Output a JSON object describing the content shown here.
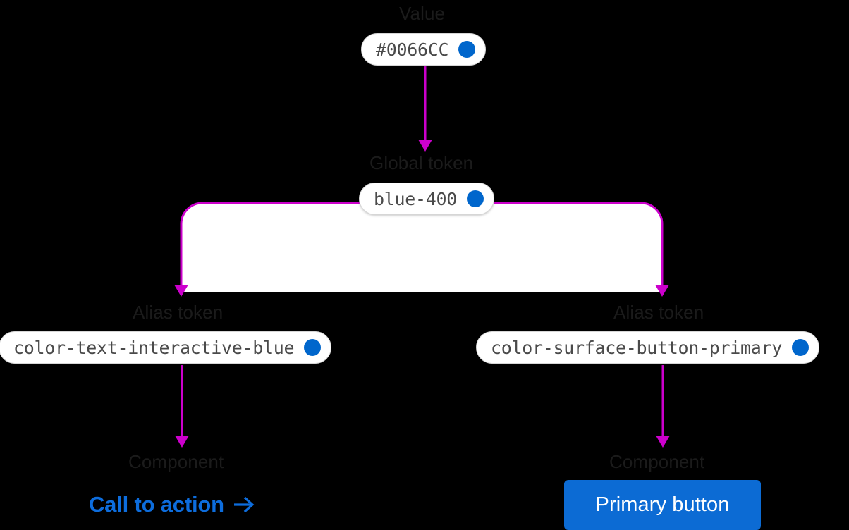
{
  "diagram": {
    "title": "Design token inheritance flow",
    "colors": {
      "connector": "#cc00cc",
      "fill": "#ffffff",
      "swatch": "#0066cc",
      "label_text": "#1b1b1b",
      "pill_text": "#4a4a4a",
      "link_blue": "#0d6ddd",
      "button_blue": "#0c6bd4",
      "background": "#000000"
    }
  },
  "nodes": {
    "value": {
      "label": "Value",
      "token": "#0066CC",
      "swatch_color": "#0066cc",
      "swatch_name": "color-swatch-dot"
    },
    "global_token": {
      "label": "Global token",
      "token": "blue-400",
      "swatch_color": "#0066cc",
      "swatch_name": "color-swatch-dot"
    },
    "alias_left": {
      "label": "Alias token",
      "token": "color-text-interactive-blue",
      "swatch_color": "#0066cc",
      "swatch_name": "color-swatch-dot"
    },
    "alias_right": {
      "label": "Alias token",
      "token": "color-surface-button-primary",
      "swatch_color": "#0066cc",
      "swatch_name": "color-swatch-dot"
    },
    "component_left": {
      "label": "Component",
      "text": "Call to action",
      "arrow_icon": "arrow-right-icon"
    },
    "component_right": {
      "label": "Component",
      "text": "Primary button"
    }
  }
}
